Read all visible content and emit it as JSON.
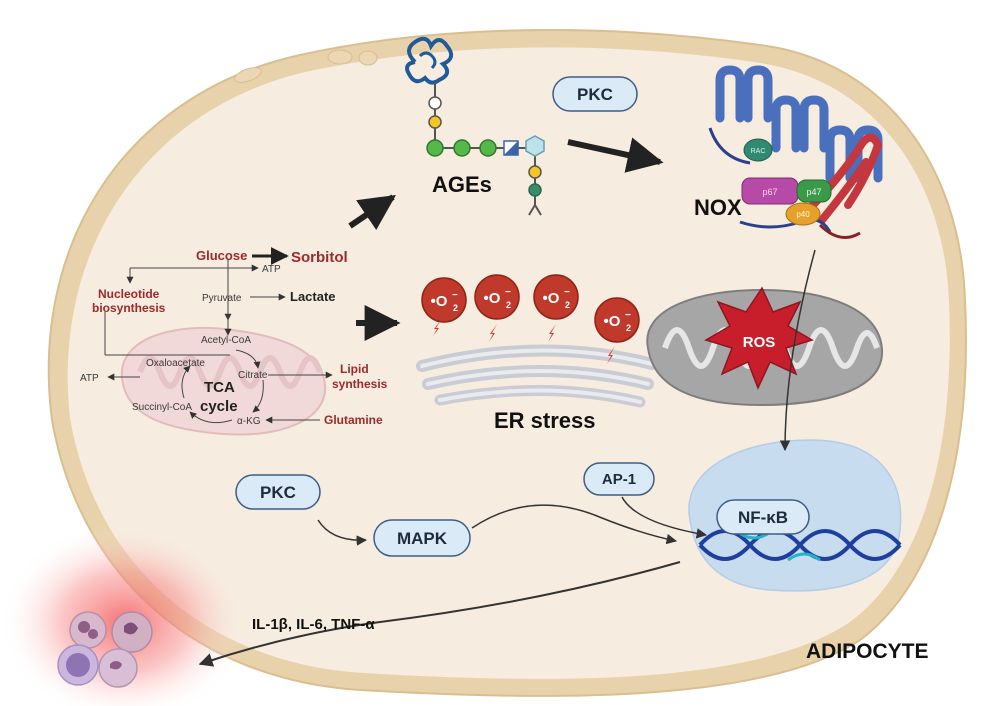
{
  "cell": {
    "title": "ADIPOCYTE"
  },
  "metabolism": {
    "glucose": "Glucose",
    "sorbitol": "Sorbitol",
    "atp_top": "ATP",
    "nucleotide_line1": "Nucleotide",
    "nucleotide_line2": "biosynthesis",
    "pyruvate": "Pyruvate",
    "lactate": "Lactate",
    "acetyl_coa": "Acetyl-CoA",
    "oxaloacetate": "Oxaloacetate",
    "citrate": "Citrate",
    "tca_line1": "TCA",
    "tca_line2": "cycle",
    "lipid_line1": "Lipid",
    "lipid_line2": "synthesis",
    "atp_left": "ATP",
    "succinyl_coa": "Succinyl-CoA",
    "alpha_kg": "α-KG",
    "glutamine": "Glutamine"
  },
  "ages": {
    "label": "AGEs"
  },
  "pkc_top": {
    "label": "PKC"
  },
  "nox": {
    "label": "NOX",
    "rac": "RAC",
    "p67": "p67",
    "p47": "p47",
    "p40": "p40"
  },
  "superoxide": {
    "symbol": "•O",
    "subscript": "2",
    "charge": "−"
  },
  "er": {
    "label": "ER stress"
  },
  "ros": {
    "label": "ROS"
  },
  "pkc_bottom": {
    "label": "PKC"
  },
  "mapk": {
    "label": "MAPK"
  },
  "ap1": {
    "label": "AP-1"
  },
  "nfkb": {
    "label": "NF-κB"
  },
  "cytokines": {
    "label": "IL-1β, IL-6, TNF-α"
  },
  "colors": {
    "cell_fill": "#f6ecdf",
    "membrane": "#e6cfa4",
    "dark_red": "#9c2a2a",
    "pill_fill": "#dbeaf7",
    "pill_stroke": "#3d5d85",
    "superoxide": "#c0392b",
    "ros_star": "#c81e2c",
    "nucleus": "#c8dcf0"
  }
}
